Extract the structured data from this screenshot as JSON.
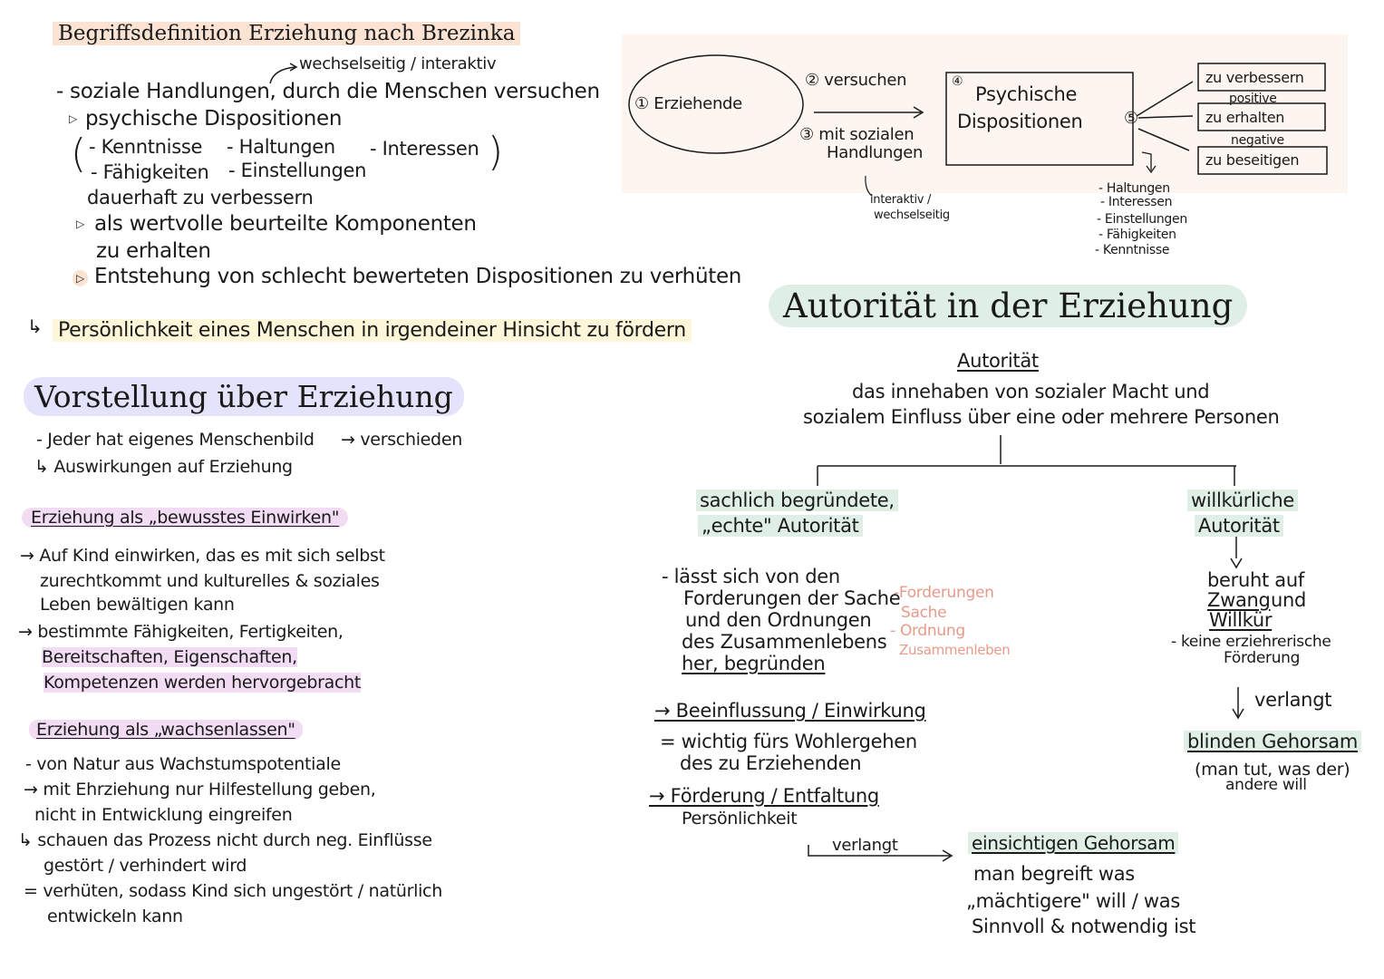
{
  "brezinka": {
    "title": "Begriffsdefinition Erziehung nach Brezinka",
    "note_top": "wechselseitig / interaktiv",
    "line1": "- soziale Handlungen, durch die Menschen versuchen",
    "line2": "psychische Dispositionen",
    "list_a1": "- Kenntnisse",
    "list_a2": "- Haltungen",
    "list_a3": "- Interessen",
    "list_b1": "- Fähigkeiten",
    "list_b2": "- Einstellungen",
    "line3": "dauerhaft zu verbessern",
    "line4": "als wertvolle beurteilte Komponenten",
    "line5": "zu erhalten",
    "line6": "Entstehung von schlecht bewerteten Dispositionen zu verhüten",
    "conclusion": "Persönlichkeit eines Menschen in irgendeiner Hinsicht zu fördern"
  },
  "diagram": {
    "erziehende": "① Erziehende",
    "versuchen": "② versuchen",
    "mit_sozialen": "③ mit sozialen",
    "handlungen": "Handlungen",
    "box_num": "④",
    "psychische": "Psychische",
    "dispositionen": "Dispositionen",
    "five": "⑤",
    "verbessern": "zu verbessern",
    "positive": "positive",
    "erhalten": "zu erhalten",
    "negative": "negative",
    "beseitigen": "zu beseitigen",
    "interaktiv": "interaktiv /",
    "wechselseitig": "wechselseitig",
    "list": [
      "- Haltungen",
      "- Interessen",
      "- Einstellungen",
      "- Fähigkeiten",
      "- Kenntnisse"
    ]
  },
  "vorstellung": {
    "title": "Vorstellung über Erziehung",
    "line1": "- Jeder hat eigenes Menschenbild",
    "line1b": "→ verschieden",
    "line2": "↳ Auswirkungen auf Erziehung",
    "sub1": "Erziehung als „bewusstes Einwirken\"",
    "s1_l1": "→ Auf Kind einwirken, das es mit sich selbst",
    "s1_l2": "zurechtkommt und kulturelles & soziales",
    "s1_l3": "Leben bewältigen kann",
    "s1_l4": "→ bestimmte Fähigkeiten, Fertigkeiten,",
    "s1_l5": "Bereitschaften, Eigenschaften,",
    "s1_l6": "Kompetenzen werden hervorgebracht",
    "sub2": "Erziehung als „wachsenlassen\"",
    "s2_l1": "- von Natur aus Wachstumspotentiale",
    "s2_l2": "→ mit Ehrziehung nur Hilfestellung geben,",
    "s2_l3": "nicht in Entwicklung eingreifen",
    "s2_l4": "↳ schauen das Prozess nicht durch neg. Einflüsse",
    "s2_l5": "gestört / verhindert wird",
    "s2_l6": "= verhüten, sodass Kind sich ungestört / natürlich",
    "s2_l7": "entwickeln kann"
  },
  "autoritaet": {
    "title": "Autorität in der Erziehung",
    "word": "Autorität",
    "def1": "das innehaben von sozialer Macht und",
    "def2": "sozialem Einfluss über eine oder mehrere Personen",
    "left_h1": "sachlich begründete,",
    "left_h2": "„echte\" Autorität",
    "l1": "- lässt sich von den",
    "l2": "Forderungen der Sache",
    "l3": "und den Ordnungen",
    "l4": "des Zusammenlebens",
    "l5": "her, begründen",
    "side1": "-Forderungen",
    "side2": "Sache",
    "side3": "- Ordnung",
    "side4": "Zusammenleben",
    "b1": "→ Beeinflussung / Einwirkung",
    "b2": "= wichtig fürs Wohlergehen",
    "b3": "des zu Erziehenden",
    "b4": "→ Förderung / Entfaltung",
    "b5": "Persönlichkeit",
    "verlangt": "verlangt",
    "einsicht": "einsichtigen Gehorsam",
    "e1": "man begreift was",
    "e2": "„mächtigere\" will / was",
    "e3": "Sinnvoll & notwendig ist",
    "right_h1": "willkürliche",
    "right_h2": "Autorität",
    "r1": "beruht auf",
    "r2": "Zwang",
    "r2b": "und",
    "r3": "Willkür",
    "r4": "- keine erziehrerische",
    "r5": "Förderung",
    "r_verlangt": "verlangt",
    "blind": "blinden Gehorsam",
    "blind1": "(man tut, was der)",
    "blind2": "andere will"
  }
}
